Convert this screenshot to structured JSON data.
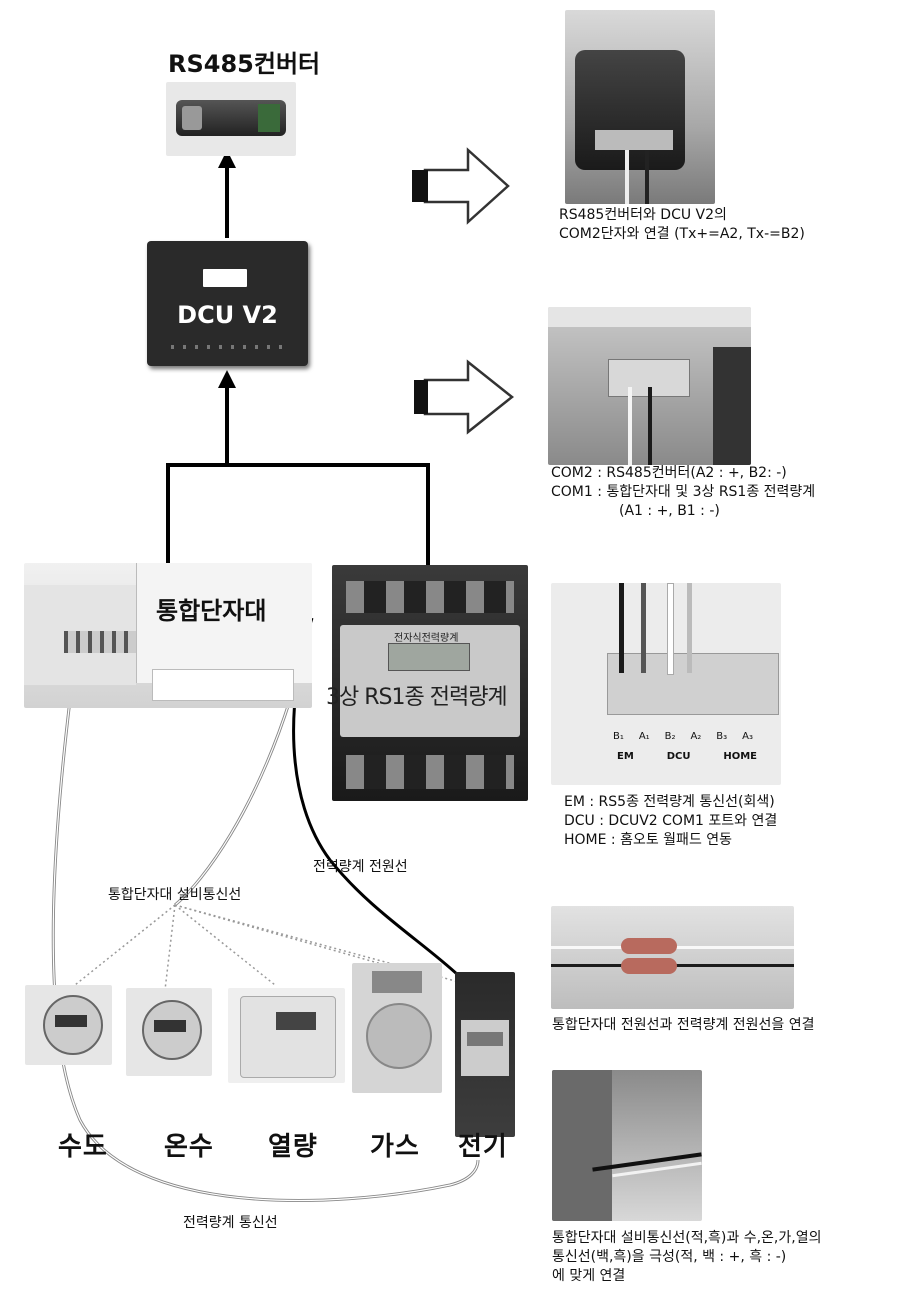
{
  "converter": {
    "title": "RS485컨버터"
  },
  "dcu": {
    "title": "DCU V2"
  },
  "terminal": {
    "title": "통합단자대"
  },
  "meter3": {
    "title": "3상 RS1종 전력량계",
    "lcd_header": "전자식전력량계"
  },
  "lines": {
    "power_line": "전력량계 전원선",
    "equipment_comm": "통합단자대 설비통신선",
    "meter_comm": "전력량계 통신선"
  },
  "meters": [
    {
      "name": "수도"
    },
    {
      "name": "온수"
    },
    {
      "name": "열량"
    },
    {
      "name": "가스"
    },
    {
      "name": "전기"
    }
  ],
  "captions": {
    "c1": [
      "RS485컨버터와 DCU V2의",
      "COM2단자와 연결 (Tx+=A2, Tx-=B2)"
    ],
    "c2": [
      "COM2 : RS485컨버터(A2 : +, B2: -)",
      "COM1 : 통합단자대 및 3상 RS1종 전력량계",
      "(A1 : +, B1 : -)"
    ],
    "c3": [
      "EM : RS5종 전력량계 통신선(회색)",
      "DCU : DCUV2 COM1 포트와 연결",
      "HOME : 홈오토 월패드 연동"
    ],
    "c4": [
      "통합단자대 전원선과 전력량계 전원선을 연결"
    ],
    "c5": [
      "통합단자대 설비통신선(적,흑)과 수,온,가,열의",
      "통신선(백,흑)을 극성(적, 백 : +, 흑 : -)",
      "에 맞게 연결"
    ]
  },
  "terminal_labels": [
    "EM",
    "DCU",
    "HOME"
  ],
  "terminal_pins": [
    "B₁",
    "A₁",
    "B₂",
    "A₂",
    "B₃",
    "A₃"
  ]
}
